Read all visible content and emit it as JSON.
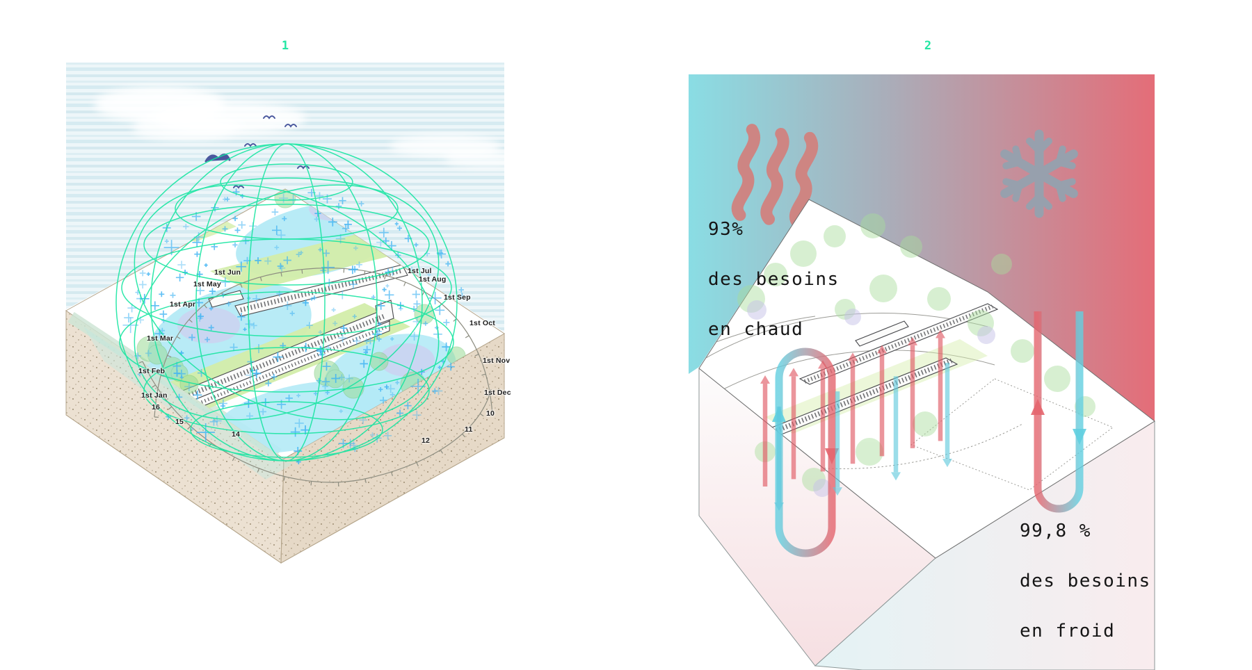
{
  "figure1": {
    "index_label": "1",
    "months_left": [
      "1st Jun",
      "1st May",
      "1st Apr",
      "1st Mar",
      "1st Feb",
      "1st Jan"
    ],
    "months_right": [
      "1st Jul",
      "1st Aug",
      "1st Sep",
      "1st Oct",
      "1st Nov",
      "1st Dec"
    ],
    "hours_left": [
      "16",
      "15",
      "14"
    ],
    "hours_right": [
      "10",
      "11",
      "12"
    ]
  },
  "figure2": {
    "index_label": "2",
    "heating": {
      "value": "93%",
      "line2": "des besoins",
      "line3": "en chaud"
    },
    "cooling": {
      "value": "99,8 %",
      "line2": "des besoins",
      "line3": "en froid"
    }
  },
  "icons": {
    "sun_dome": "sun-path-dome-wireframe",
    "heat": "heat-waves-icon",
    "snow": "snowflake-icon",
    "loops": "geothermal-loop-arrows"
  },
  "colors": {
    "accent_mint": "#1de8a2",
    "panel_gradient": [
      "#8adde4",
      "#a9aeba",
      "#e46d78"
    ],
    "heat_icon": "#d1827f",
    "snowflake_icon": "#97a0ad",
    "loop_cold": "#62cfe0",
    "loop_warm": "#e4656e",
    "water": "#b4eaf6",
    "lawn": "#d3edaa",
    "earth_block": "#ece1d2",
    "sun_cross": "#41b4f3"
  }
}
